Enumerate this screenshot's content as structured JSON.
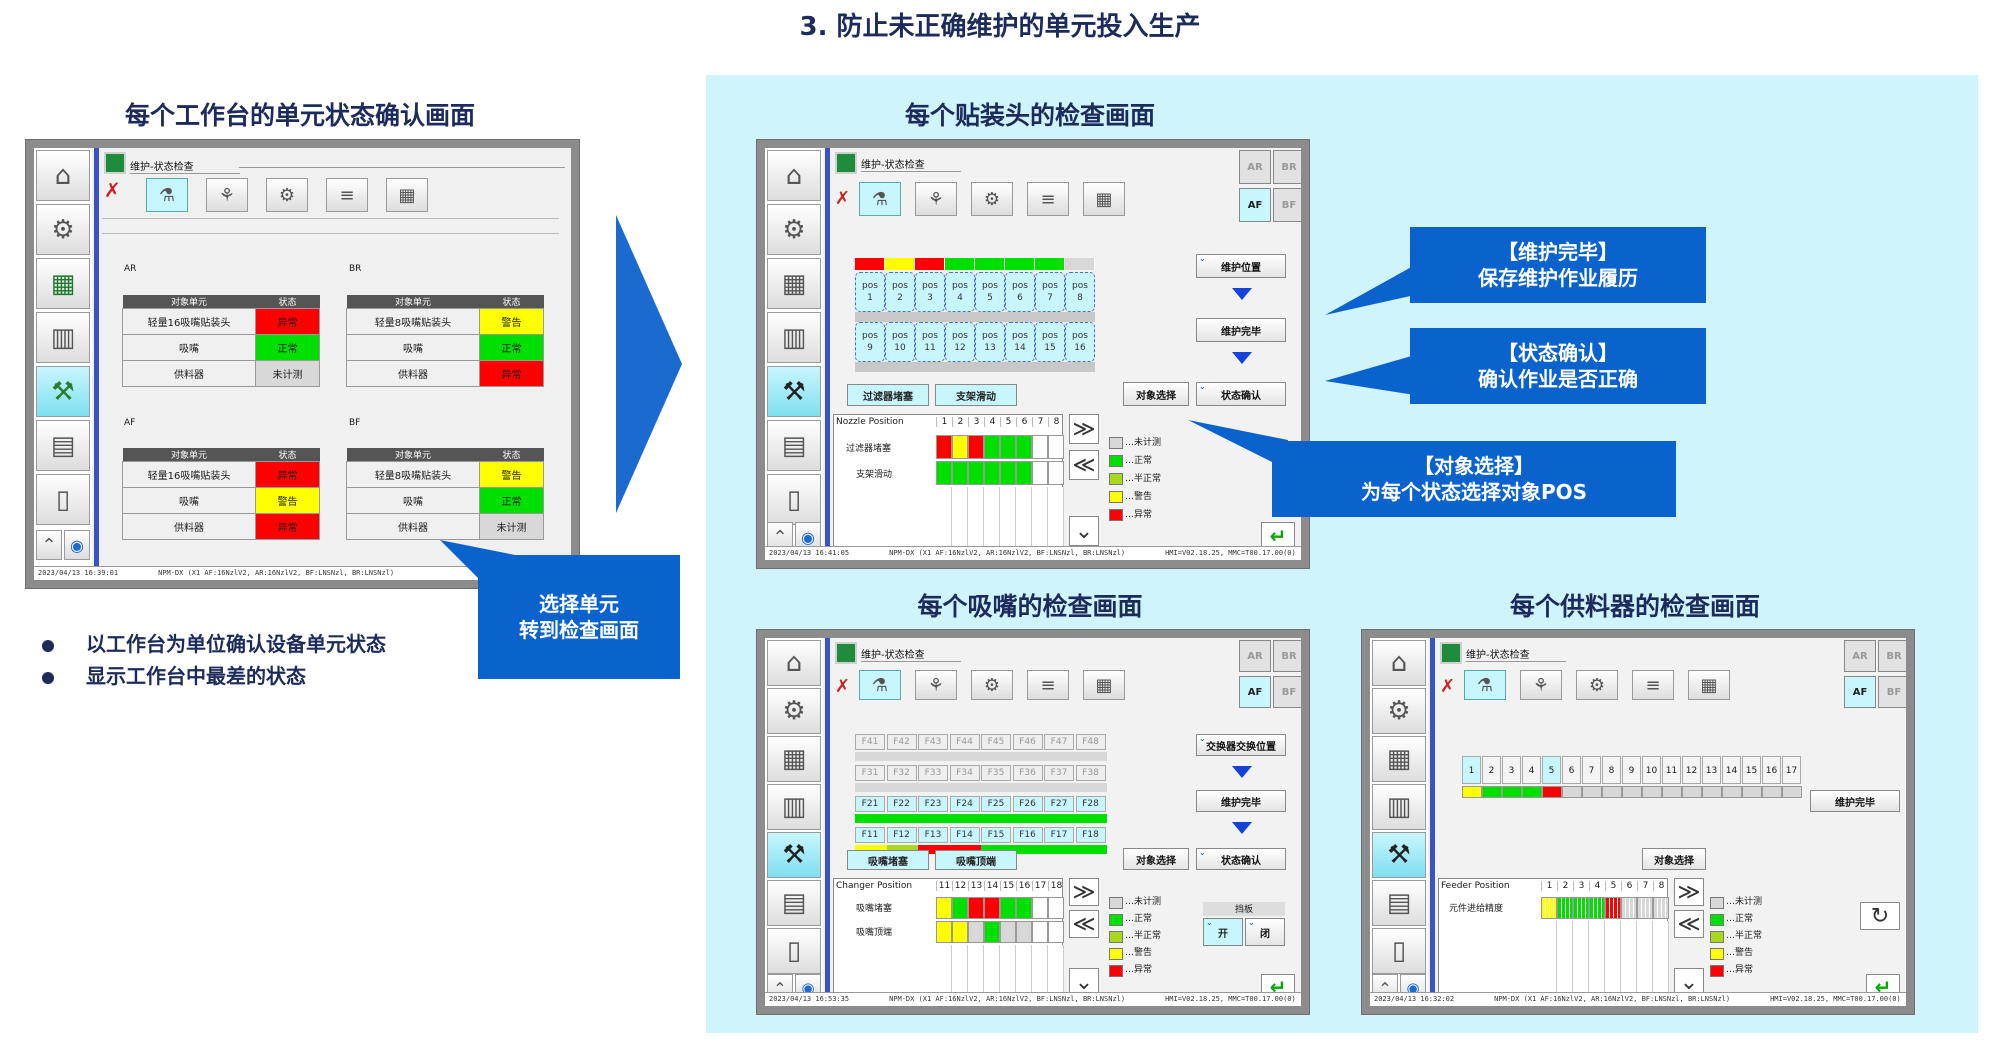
{
  "page_title": "3. 防止未正确维护的单元投入生产",
  "left": {
    "title": "每个工作台的单元状态确认画面",
    "bullets": [
      "以工作台为单位确认设备单元状态",
      "显示工作台中最差的状态"
    ],
    "callout": [
      "选择单元",
      "转到检查画面"
    ]
  },
  "right": {
    "title_head": "每个贴装头的检查画面",
    "title_nozzle": "每个吸嘴的检查画面",
    "title_feeder": "每个供料器的检查画面",
    "callouts": {
      "maintenance": [
        "【维护完毕】",
        "保存维护作业履历"
      ],
      "status": [
        "【状态确认】",
        "确认作业是否正确"
      ],
      "target": [
        "【对象选择】",
        "为每个状态选择对象POS"
      ]
    }
  },
  "screen_common": {
    "header": "维护-状态检查",
    "table_head_unit": "对象单元",
    "table_head_status": "状态",
    "tables": [
      "AR",
      "AF",
      "BR",
      "BF"
    ],
    "legend": [
      "…未计测",
      "…正常",
      "…半正常",
      "…警告",
      "…异常"
    ],
    "statusbar_model": "NPM-DX (X1 AF:16NzlV2, AR:16NzlV2, BF:LNSNzl, BR:LNSNzl)",
    "statusbar_ver": "HMI=V02.18.25, MMC=T00.17.00(0)",
    "sel_target": "对象选择",
    "status_check": "状态确认",
    "maint_done": "维护完毕"
  },
  "screen1": {
    "timestamp": "2023/04/13 16:39:01",
    "ar_label": "AR",
    "br_label": "BR",
    "af_label": "AF",
    "bf_label": "BF",
    "ar_rows": [
      {
        "unit": "轻量16吸嘴贴装头",
        "status": "异常"
      },
      {
        "unit": "吸嘴",
        "status": "正常"
      },
      {
        "unit": "供料器",
        "status": "未计测"
      }
    ],
    "br_rows": [
      {
        "unit": "轻量8吸嘴贴装头",
        "status": "警告"
      },
      {
        "unit": "吸嘴",
        "status": "正常"
      },
      {
        "unit": "供料器",
        "status": "异常"
      }
    ],
    "af_rows": [
      {
        "unit": "轻量16吸嘴贴装头",
        "status": "异常"
      },
      {
        "unit": "吸嘴",
        "status": "警告"
      },
      {
        "unit": "供料器",
        "status": "异常"
      }
    ],
    "bf_rows": [
      {
        "unit": "轻量8吸嘴贴装头",
        "status": "警告"
      },
      {
        "unit": "吸嘴",
        "status": "正常"
      },
      {
        "unit": "供料器",
        "status": "未计测"
      }
    ]
  },
  "screen2": {
    "timestamp": "2023/04/13 16:41:05",
    "maint_pos": "维护位置",
    "btn_filter": "过滤器堵塞",
    "btn_holder": "支架滑动",
    "col_header": "Nozzle Position",
    "cols": [
      "1",
      "2",
      "3",
      "4",
      "5",
      "6",
      "7",
      "8"
    ],
    "rows": [
      "过滤器堵塞",
      "支架滑动"
    ],
    "pos_row1": [
      "pos\n1",
      "pos\n2",
      "pos\n3",
      "pos\n4",
      "pos\n5",
      "pos\n6",
      "pos\n7",
      "pos\n8"
    ],
    "pos_row2": [
      "pos\n9",
      "pos\n10",
      "pos\n11",
      "pos\n12",
      "pos\n13",
      "pos\n14",
      "pos\n15",
      "pos\n16"
    ],
    "status_colors": [
      "#ff0000",
      "#ffff00",
      "#ff0000",
      "#00e000",
      "#00e000",
      "#00e000",
      "#00e000",
      "#d8d8d8"
    ],
    "row1_colors": [
      "#ff0000",
      "#ffff00",
      "#ff0000",
      "#00e000",
      "#00e000",
      "#00e000",
      "#fff",
      "#fff"
    ],
    "row2_colors": [
      "#00e000",
      "#00e000",
      "#00e000",
      "#00e000",
      "#00e000",
      "#00e000",
      "#fff",
      "#fff"
    ]
  },
  "screen3": {
    "timestamp": "2023/04/13 16:53:35",
    "exchange_pos": "交换器交换位置",
    "btn_clog": "吸嘴堵塞",
    "btn_tip": "吸嘴顶端",
    "col_header": "Changer Position",
    "cols": [
      "11",
      "12",
      "13",
      "14",
      "15",
      "16",
      "17",
      "18"
    ],
    "rows": [
      "吸嘴堵塞",
      "吸嘴顶端"
    ],
    "f_rows": [
      [
        "F41",
        "F42",
        "F43",
        "F44",
        "F45",
        "F46",
        "F47",
        "F48"
      ],
      [
        "F31",
        "F32",
        "F33",
        "F34",
        "F35",
        "F36",
        "F37",
        "F38"
      ],
      [
        "F21",
        "F22",
        "F23",
        "F24",
        "F25",
        "F26",
        "F27",
        "F28"
      ],
      [
        "F11",
        "F12",
        "F13",
        "F14",
        "F15",
        "F16",
        "F17",
        "F18"
      ]
    ],
    "shutter": "挡板",
    "open": "开",
    "close": "闭"
  },
  "screen4": {
    "timestamp": "2023/04/13 16:32:02",
    "col_header": "Feeder Position",
    "row": "元件进给精度",
    "cols": [
      "1",
      "2",
      "3",
      "4",
      "5",
      "6",
      "7",
      "8"
    ],
    "slots": [
      "1",
      "2",
      "3",
      "4",
      "5",
      "6",
      "7",
      "8",
      "9",
      "10",
      "11",
      "12",
      "13",
      "14",
      "15",
      "16",
      "17"
    ]
  }
}
